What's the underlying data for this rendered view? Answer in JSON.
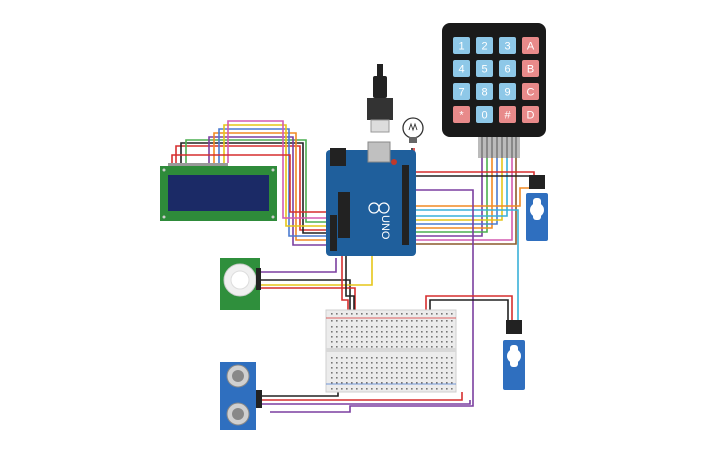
{
  "keypad": {
    "keys": [
      [
        "1",
        "2",
        "3",
        "A"
      ],
      [
        "4",
        "5",
        "6",
        "B"
      ],
      [
        "7",
        "8",
        "9",
        "C"
      ],
      [
        "*",
        "0",
        "#",
        "D"
      ]
    ],
    "colors": {
      "digit": "#8ec8e8",
      "letter": "#e88a8a",
      "body": "#1a1a1a"
    }
  },
  "arduino": {
    "brand_label": "UNO",
    "colors": {
      "board": "#1f5f9c",
      "header": "#222222"
    }
  },
  "lcd": {
    "colors": {
      "pcb": "#2e8b3a",
      "screen": "#1b2a66"
    }
  },
  "wire_colors": {
    "red": "#d62f2f",
    "black": "#222222",
    "purple": "#7b3fa0",
    "yellow": "#e6c619",
    "orange": "#f08a24",
    "green": "#4caf50",
    "blue": "#4a7bd0",
    "cyan": "#3ab0d8",
    "pink": "#d45bb0",
    "brown": "#8b5a2b",
    "gray": "#9a9a9a"
  }
}
